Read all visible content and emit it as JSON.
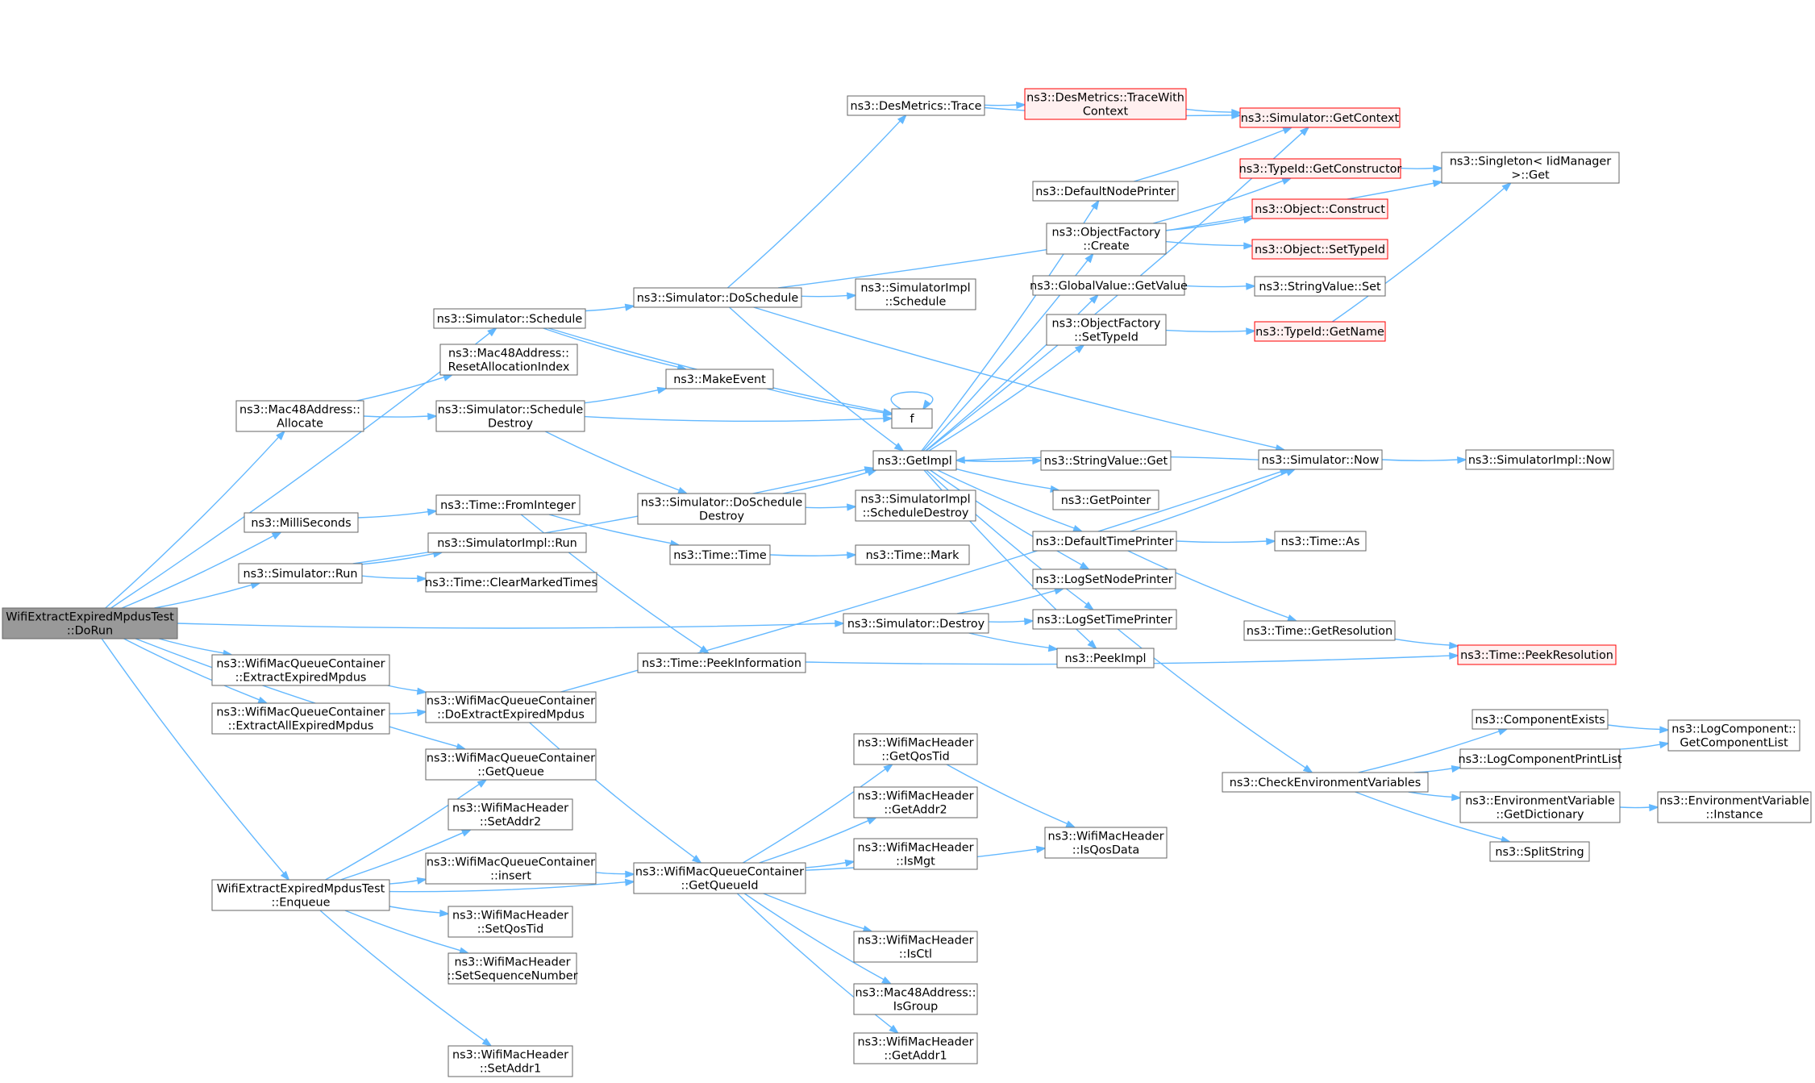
{
  "colors": {
    "edge": "#63b8ff",
    "node_border": "#666666",
    "node_fill": "#ffffff",
    "root_fill": "#999999",
    "truncated_border": "#ff0000",
    "truncated_fill": "#fff0f0"
  },
  "nodes": [
    {
      "id": "doRun",
      "lines": [
        "WifiExtractExpiredMpdusTest",
        "::DoRun"
      ],
      "style": "root"
    },
    {
      "id": "schedule",
      "lines": [
        "ns3::Simulator::Schedule"
      ]
    },
    {
      "id": "macAllocate",
      "lines": [
        "ns3::Mac48Address::",
        "Allocate"
      ]
    },
    {
      "id": "milliSeconds",
      "lines": [
        "ns3::MilliSeconds"
      ]
    },
    {
      "id": "simRun",
      "lines": [
        "ns3::Simulator::Run"
      ]
    },
    {
      "id": "simDestroy",
      "lines": [
        "ns3::Simulator::Destroy"
      ]
    },
    {
      "id": "extractExpired",
      "lines": [
        "ns3::WifiMacQueueContainer",
        "::ExtractExpiredMpdus"
      ]
    },
    {
      "id": "extractAllExpired",
      "lines": [
        "ns3::WifiMacQueueContainer",
        "::ExtractAllExpiredMpdus"
      ]
    },
    {
      "id": "getQueue",
      "lines": [
        "ns3::WifiMacQueueContainer",
        "::GetQueue"
      ]
    },
    {
      "id": "enqueue",
      "lines": [
        "WifiExtractExpiredMpdusTest",
        "::Enqueue"
      ]
    },
    {
      "id": "doSchedule",
      "lines": [
        "ns3::Simulator::DoSchedule"
      ]
    },
    {
      "id": "makeEvent",
      "lines": [
        "ns3::MakeEvent"
      ]
    },
    {
      "id": "f",
      "lines": [
        "f"
      ]
    },
    {
      "id": "resetAlloc",
      "lines": [
        "ns3::Mac48Address::",
        "ResetAllocationIndex"
      ]
    },
    {
      "id": "scheduleDestroy",
      "lines": [
        "ns3::Simulator::Schedule",
        "Destroy"
      ]
    },
    {
      "id": "doScheduleDestroy",
      "lines": [
        "ns3::Simulator::DoSchedule",
        "Destroy"
      ]
    },
    {
      "id": "getImpl",
      "lines": [
        "ns3::GetImpl"
      ]
    },
    {
      "id": "fromInteger",
      "lines": [
        "ns3::Time::FromInteger"
      ]
    },
    {
      "id": "timeTime",
      "lines": [
        "ns3::Time::Time"
      ]
    },
    {
      "id": "timeMark",
      "lines": [
        "ns3::Time::Mark"
      ]
    },
    {
      "id": "peekInformation",
      "lines": [
        "ns3::Time::PeekInformation"
      ]
    },
    {
      "id": "simImplRun",
      "lines": [
        "ns3::SimulatorImpl::Run"
      ]
    },
    {
      "id": "clearMarked",
      "lines": [
        "ns3::Time::ClearMarkedTimes"
      ]
    },
    {
      "id": "doExtractExpired",
      "lines": [
        "ns3::WifiMacQueueContainer",
        "::DoExtractExpiredMpdus"
      ]
    },
    {
      "id": "setAddr2",
      "lines": [
        "ns3::WifiMacHeader",
        "::SetAddr2"
      ]
    },
    {
      "id": "insert",
      "lines": [
        "ns3::WifiMacQueueContainer",
        "::insert"
      ]
    },
    {
      "id": "setQosTid",
      "lines": [
        "ns3::WifiMacHeader",
        "::SetQosTid"
      ]
    },
    {
      "id": "setSeqNum",
      "lines": [
        "ns3::WifiMacHeader",
        "::SetSequenceNumber"
      ]
    },
    {
      "id": "setAddr1",
      "lines": [
        "ns3::WifiMacHeader",
        "::SetAddr1"
      ]
    },
    {
      "id": "getQueueId",
      "lines": [
        "ns3::WifiMacQueueContainer",
        "::GetQueueId"
      ]
    },
    {
      "id": "getQosTid",
      "lines": [
        "ns3::WifiMacHeader",
        "::GetQosTid"
      ]
    },
    {
      "id": "getAddr2",
      "lines": [
        "ns3::WifiMacHeader",
        "::GetAddr2"
      ]
    },
    {
      "id": "isMgt",
      "lines": [
        "ns3::WifiMacHeader",
        "::IsMgt"
      ]
    },
    {
      "id": "isCtl",
      "lines": [
        "ns3::WifiMacHeader",
        "::IsCtl"
      ]
    },
    {
      "id": "isGroup",
      "lines": [
        "ns3::Mac48Address::",
        "IsGroup"
      ]
    },
    {
      "id": "getAddr1",
      "lines": [
        "ns3::WifiMacHeader",
        "::GetAddr1"
      ]
    },
    {
      "id": "isQosData",
      "lines": [
        "ns3::WifiMacHeader",
        "::IsQosData"
      ]
    },
    {
      "id": "desTrace",
      "lines": [
        "ns3::DesMetrics::Trace"
      ]
    },
    {
      "id": "simImplSchedule",
      "lines": [
        "ns3::SimulatorImpl",
        "::Schedule"
      ]
    },
    {
      "id": "simImplScheduleDestroy",
      "lines": [
        "ns3::SimulatorImpl",
        "::ScheduleDestroy"
      ]
    },
    {
      "id": "traceWithContext",
      "lines": [
        "ns3::DesMetrics::TraceWith",
        "Context"
      ],
      "style": "truncated"
    },
    {
      "id": "getContext",
      "lines": [
        "ns3::Simulator::GetContext"
      ],
      "style": "truncated"
    },
    {
      "id": "defaultNodePrinter",
      "lines": [
        "ns3::DefaultNodePrinter"
      ]
    },
    {
      "id": "objFactoryCreate",
      "lines": [
        "ns3::ObjectFactory",
        "::Create"
      ]
    },
    {
      "id": "globalValueGet",
      "lines": [
        "ns3::GlobalValue::GetValue"
      ]
    },
    {
      "id": "objFactorySetTypeId",
      "lines": [
        "ns3::ObjectFactory",
        "::SetTypeId"
      ]
    },
    {
      "id": "stringValueGet",
      "lines": [
        "ns3::StringValue::Get"
      ]
    },
    {
      "id": "getPointer",
      "lines": [
        "ns3::GetPointer"
      ]
    },
    {
      "id": "defaultTimePrinter",
      "lines": [
        "ns3::DefaultTimePrinter"
      ]
    },
    {
      "id": "logSetNodePrinter",
      "lines": [
        "ns3::LogSetNodePrinter"
      ]
    },
    {
      "id": "logSetTimePrinter",
      "lines": [
        "ns3::LogSetTimePrinter"
      ]
    },
    {
      "id": "peekImpl",
      "lines": [
        "ns3::PeekImpl"
      ]
    },
    {
      "id": "typeIdGetConstructor",
      "lines": [
        "ns3::TypeId::GetConstructor"
      ],
      "style": "truncated"
    },
    {
      "id": "objectConstruct",
      "lines": [
        "ns3::Object::Construct"
      ],
      "style": "truncated"
    },
    {
      "id": "objectSetTypeId",
      "lines": [
        "ns3::Object::SetTypeId"
      ],
      "style": "truncated"
    },
    {
      "id": "stringValueSet",
      "lines": [
        "ns3::StringValue::Set"
      ]
    },
    {
      "id": "typeIdGetName",
      "lines": [
        "ns3::TypeId::GetName"
      ],
      "style": "truncated"
    },
    {
      "id": "singletonGet",
      "lines": [
        "ns3::Singleton< IidManager",
        " >::Get"
      ]
    },
    {
      "id": "simNow",
      "lines": [
        "ns3::Simulator::Now"
      ]
    },
    {
      "id": "simImplNow",
      "lines": [
        "ns3::SimulatorImpl::Now"
      ]
    },
    {
      "id": "timeAs",
      "lines": [
        "ns3::Time::As"
      ]
    },
    {
      "id": "timeGetResolution",
      "lines": [
        "ns3::Time::GetResolution"
      ]
    },
    {
      "id": "timePeekResolution",
      "lines": [
        "ns3::Time::PeekResolution"
      ],
      "style": "truncated"
    },
    {
      "id": "checkEnvVars",
      "lines": [
        "ns3::CheckEnvironmentVariables"
      ]
    },
    {
      "id": "componentExists",
      "lines": [
        "ns3::ComponentExists"
      ]
    },
    {
      "id": "logComponentPrintList",
      "lines": [
        "ns3::LogComponentPrintList"
      ]
    },
    {
      "id": "envVarGetDict",
      "lines": [
        "ns3::EnvironmentVariable",
        "::GetDictionary"
      ]
    },
    {
      "id": "splitString",
      "lines": [
        "ns3::SplitString"
      ]
    },
    {
      "id": "logComponentGetList",
      "lines": [
        "ns3::LogComponent::",
        "GetComponentList"
      ]
    },
    {
      "id": "envVarInstance",
      "lines": [
        "ns3::EnvironmentVariable",
        "::Instance"
      ]
    }
  ],
  "edges": [
    [
      "doRun",
      "schedule"
    ],
    [
      "doRun",
      "macAllocate"
    ],
    [
      "doRun",
      "milliSeconds"
    ],
    [
      "doRun",
      "simRun"
    ],
    [
      "doRun",
      "simDestroy"
    ],
    [
      "doRun",
      "extractExpired"
    ],
    [
      "doRun",
      "extractAllExpired"
    ],
    [
      "doRun",
      "getQueue"
    ],
    [
      "doRun",
      "enqueue"
    ],
    [
      "schedule",
      "doSchedule"
    ],
    [
      "schedule",
      "makeEvent"
    ],
    [
      "schedule",
      "f"
    ],
    [
      "macAllocate",
      "resetAlloc"
    ],
    [
      "macAllocate",
      "scheduleDestroy"
    ],
    [
      "scheduleDestroy",
      "makeEvent"
    ],
    [
      "scheduleDestroy",
      "f"
    ],
    [
      "scheduleDestroy",
      "doScheduleDestroy"
    ],
    [
      "makeEvent",
      "f"
    ],
    [
      "f",
      "f"
    ],
    [
      "milliSeconds",
      "fromInteger"
    ],
    [
      "fromInteger",
      "timeTime"
    ],
    [
      "fromInteger",
      "peekInformation"
    ],
    [
      "timeTime",
      "timeMark"
    ],
    [
      "simRun",
      "getImpl"
    ],
    [
      "simRun",
      "simImplRun"
    ],
    [
      "simRun",
      "clearMarked"
    ],
    [
      "simDestroy",
      "logSetNodePrinter"
    ],
    [
      "simDestroy",
      "logSetTimePrinter"
    ],
    [
      "simDestroy",
      "peekImpl"
    ],
    [
      "extractExpired",
      "doExtractExpired"
    ],
    [
      "extractAllExpired",
      "doExtractExpired"
    ],
    [
      "doExtractExpired",
      "getQueueId"
    ],
    [
      "doExtractExpired",
      "simNow"
    ],
    [
      "enqueue",
      "getQueue"
    ],
    [
      "enqueue",
      "setAddr2"
    ],
    [
      "enqueue",
      "insert"
    ],
    [
      "enqueue",
      "setQosTid"
    ],
    [
      "enqueue",
      "setSeqNum"
    ],
    [
      "enqueue",
      "setAddr1"
    ],
    [
      "enqueue",
      "getQueueId"
    ],
    [
      "insert",
      "getQueueId"
    ],
    [
      "getQueueId",
      "getQosTid"
    ],
    [
      "getQueueId",
      "getAddr2"
    ],
    [
      "getQueueId",
      "isMgt"
    ],
    [
      "getQueueId",
      "isCtl"
    ],
    [
      "getQueueId",
      "isGroup"
    ],
    [
      "getQueueId",
      "getAddr1"
    ],
    [
      "getQueueId",
      "isQosData"
    ],
    [
      "getQosTid",
      "isQosData"
    ],
    [
      "doSchedule",
      "desTrace"
    ],
    [
      "doSchedule",
      "simImplSchedule"
    ],
    [
      "doSchedule",
      "getImpl"
    ],
    [
      "doSchedule",
      "simNow"
    ],
    [
      "doSchedule",
      "singletonGet"
    ],
    [
      "doScheduleDestroy",
      "getImpl"
    ],
    [
      "doScheduleDestroy",
      "simImplScheduleDestroy"
    ],
    [
      "desTrace",
      "traceWithContext"
    ],
    [
      "desTrace",
      "getContext"
    ],
    [
      "traceWithContext",
      "getContext"
    ],
    [
      "getImpl",
      "getContext"
    ],
    [
      "getImpl",
      "defaultNodePrinter"
    ],
    [
      "getImpl",
      "objFactoryCreate"
    ],
    [
      "getImpl",
      "globalValueGet"
    ],
    [
      "getImpl",
      "objFactorySetTypeId"
    ],
    [
      "getImpl",
      "stringValueGet"
    ],
    [
      "getImpl",
      "getPointer"
    ],
    [
      "getImpl",
      "defaultTimePrinter"
    ],
    [
      "getImpl",
      "logSetNodePrinter"
    ],
    [
      "getImpl",
      "logSetTimePrinter"
    ],
    [
      "getImpl",
      "peekImpl"
    ],
    [
      "defaultNodePrinter",
      "getContext"
    ],
    [
      "objFactoryCreate",
      "typeIdGetConstructor"
    ],
    [
      "objFactoryCreate",
      "objectConstruct"
    ],
    [
      "objFactoryCreate",
      "objectSetTypeId"
    ],
    [
      "globalValueGet",
      "stringValueSet"
    ],
    [
      "objFactorySetTypeId",
      "typeIdGetName"
    ],
    [
      "typeIdGetConstructor",
      "singletonGet"
    ],
    [
      "typeIdGetName",
      "singletonGet"
    ],
    [
      "simNow",
      "getImpl"
    ],
    [
      "simNow",
      "simImplNow"
    ],
    [
      "defaultTimePrinter",
      "simNow"
    ],
    [
      "defaultTimePrinter",
      "timeAs"
    ],
    [
      "defaultTimePrinter",
      "timeGetResolution"
    ],
    [
      "timeGetResolution",
      "timePeekResolution"
    ],
    [
      "peekInformation",
      "timePeekResolution"
    ],
    [
      "logSetTimePrinter",
      "checkEnvVars"
    ],
    [
      "checkEnvVars",
      "componentExists"
    ],
    [
      "checkEnvVars",
      "logComponentPrintList"
    ],
    [
      "checkEnvVars",
      "envVarGetDict"
    ],
    [
      "checkEnvVars",
      "splitString"
    ],
    [
      "componentExists",
      "logComponentGetList"
    ],
    [
      "logComponentPrintList",
      "logComponentGetList"
    ],
    [
      "envVarGetDict",
      "envVarInstance"
    ]
  ]
}
